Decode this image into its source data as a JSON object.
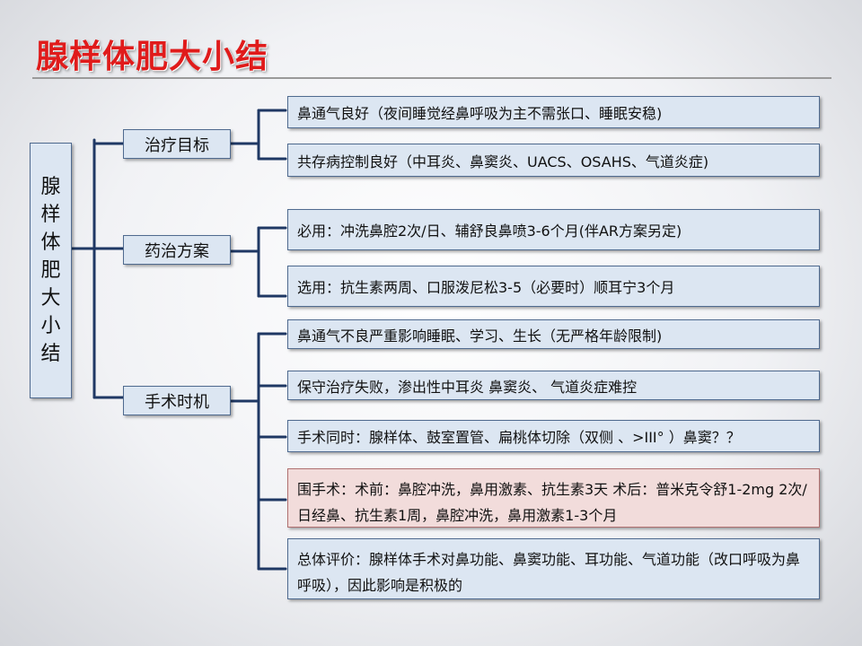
{
  "title": "腺样体肥大小结",
  "root_chars": [
    "腺",
    "样",
    "体",
    "肥",
    "大",
    "小",
    "结"
  ],
  "categories": [
    {
      "label": "治疗目标",
      "items": [
        "鼻通气良好（夜间睡觉经鼻呼吸为主不需张口、睡眠安稳)",
        "共存病控制良好（中耳炎、鼻窦炎、UACS、OSAHS、气道炎症)"
      ]
    },
    {
      "label": "药治方案",
      "items": [
        "必用：冲洗鼻腔2次/日、辅舒良鼻喷3-6个月(伴AR方案另定)",
        "选用：抗生素两周、口服泼尼松3-5（必要时）顺耳宁3个月"
      ]
    },
    {
      "label": "手术时机",
      "items": [
        "鼻通气不良严重影响睡眠、学习、生长（无严格年龄限制)",
        "保守治疗失败，渗出性中耳炎 鼻窦炎、 气道炎症难控",
        "手术同时：腺样体、鼓室置管、扁桃体切除（双侧 、>III° ）鼻窦？？",
        "围手术：术前：鼻腔冲洗，鼻用激素、抗生素3天 术后：普米克令舒1-2mg 2次/日经鼻、抗生素1周，鼻腔冲洗，鼻用激素1-3个月",
        "总体评价：腺样体手术对鼻功能、鼻窦功能、耳功能、气道功能（改口呼吸为鼻呼吸），因此影响是积极的"
      ]
    }
  ],
  "colors": {
    "title": "#e01b1b",
    "box_fill": "#dce6f2",
    "box_border": "#4f6a8f",
    "highlight_fill": "#f2dcdb",
    "connector": "#1f3864"
  }
}
